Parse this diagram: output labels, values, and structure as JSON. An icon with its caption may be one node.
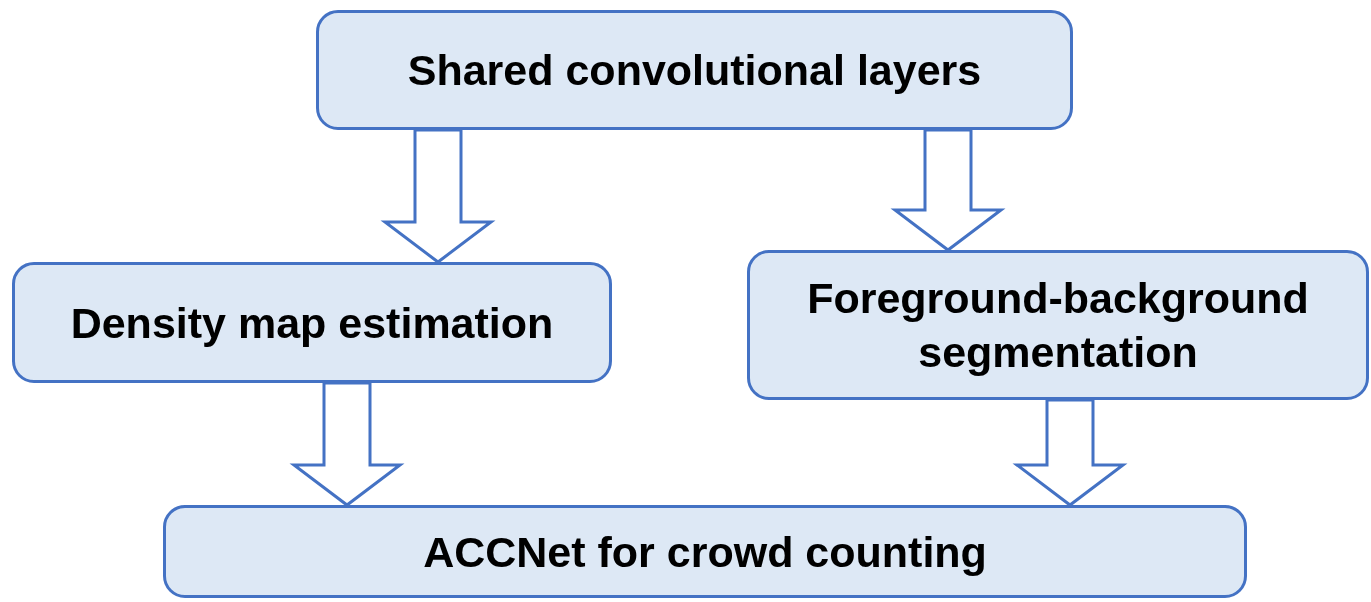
{
  "diagram": {
    "nodes": [
      {
        "text": [
          "Shared convolutional layers"
        ]
      },
      {
        "text": [
          "Density map estimation"
        ]
      },
      {
        "text": [
          "Foreground-background segmentation"
        ]
      },
      {
        "text": [
          "ACCNet for crowd counting"
        ]
      }
    ],
    "edges": [
      {
        "from": 0,
        "to": 1,
        "arrow": "to"
      },
      {
        "from": 0,
        "to": 2,
        "arrow": "to"
      },
      {
        "from": 1,
        "to": 3,
        "arrow": "to"
      },
      {
        "from": 2,
        "to": 3,
        "arrow": "to"
      }
    ]
  }
}
